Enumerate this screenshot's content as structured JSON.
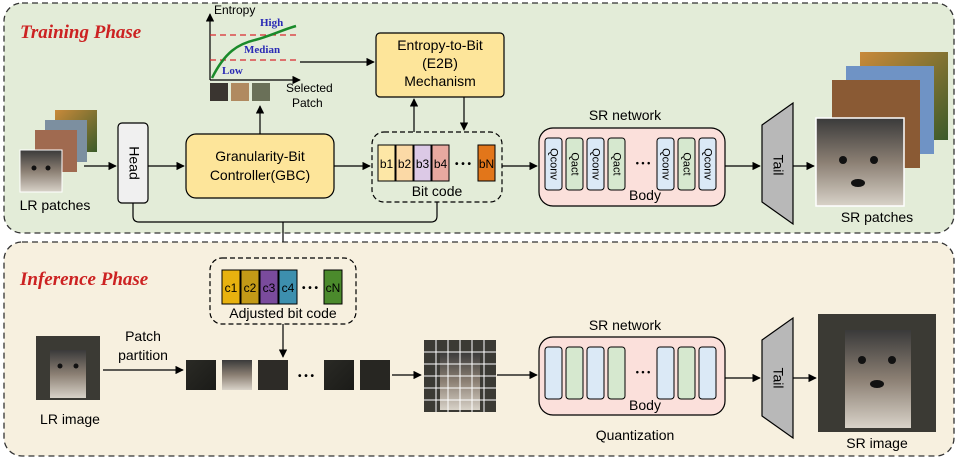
{
  "training": {
    "title": "Training Phase",
    "lr_patches": "LR patches",
    "head": "Head",
    "gbc_line1": "Granularity-Bit",
    "gbc_line2": "Controller(GBC)",
    "e2b_line1": "Entropy-to-Bit",
    "e2b_line2": "(E2B)",
    "e2b_line3": "Mechanism",
    "bit_code_label": "Bit code",
    "bits": [
      "b1",
      "b2",
      "b3",
      "b4",
      "bN"
    ],
    "ellipsis": "• • •",
    "sr_network": "SR network",
    "body": "Body",
    "tail": "Tail",
    "sr_patches": "SR patches",
    "qconv": "Qconv",
    "qact": "Qact",
    "entropy_plot": {
      "ylabel": "Entropy",
      "high": "High",
      "median": "Median",
      "low": "Low",
      "selected_line1": "Selected",
      "selected_line2": "Patch"
    }
  },
  "inference": {
    "title": "Inference Phase",
    "adjusted_code_label": "Adjusted bit code",
    "codes": [
      "c1",
      "c2",
      "c3",
      "c4",
      "cN"
    ],
    "lr_image": "LR image",
    "patch_line1": "Patch",
    "patch_line2": "partition",
    "sr_network": "SR network",
    "body": "Body",
    "quantization": "Quantization",
    "tail": "Tail",
    "sr_image": "SR image",
    "ellipsis": "• • •"
  },
  "colors": {
    "training_bg": "#e3ecd8",
    "inference_bg": "#f7f0df",
    "gbc_fill": "#fde59a",
    "network_fill": "#fbe0db",
    "qconv_fill": "#dbe9f6",
    "qact_fill": "#d6e8cf",
    "tail_fill": "#b8b8b8",
    "phase_title": "#cc2222",
    "bit_colors": [
      "#fde7a6",
      "#fbd9a6",
      "#dcc9e6",
      "#e8a9a0",
      "#e2761a"
    ],
    "code_colors": [
      "#e8b20f",
      "#c39a17",
      "#7a4b9c",
      "#3d8fae",
      "#4b8a2c"
    ]
  }
}
